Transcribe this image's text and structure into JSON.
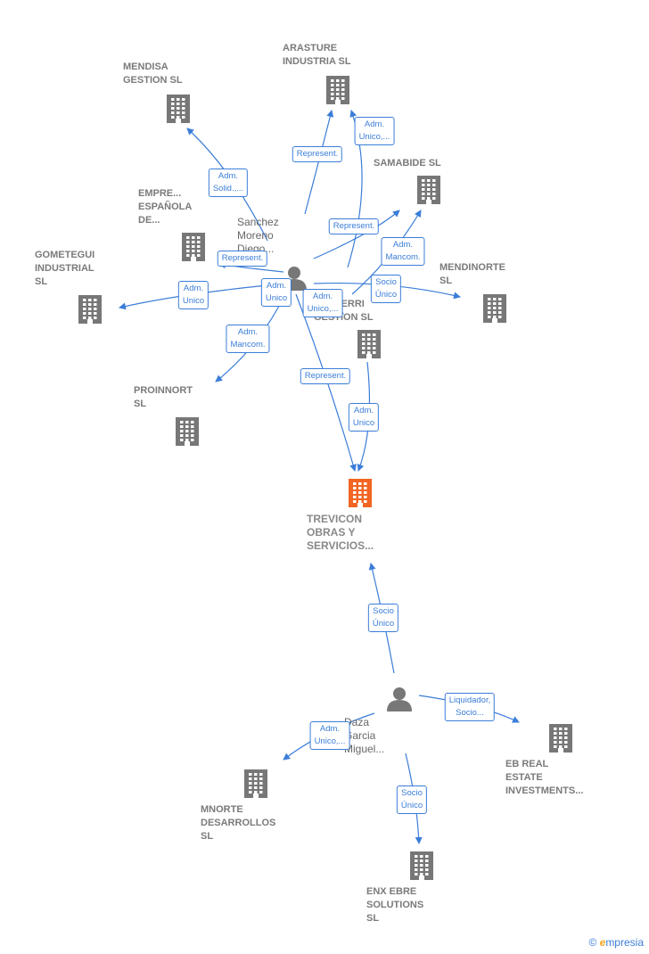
{
  "colors": {
    "edge": "#3b7dd8",
    "building": "#777777",
    "focus": "#f26522",
    "person": "#777777"
  },
  "nodes": [
    {
      "id": "arasture",
      "label": "ARASTURE\nINDUSTRIA  SL",
      "kind": "company"
    },
    {
      "id": "mendisa",
      "label": "MENDISA\nGESTION  SL",
      "kind": "company"
    },
    {
      "id": "samabide",
      "label": "SAMABIDE  SL",
      "kind": "company"
    },
    {
      "id": "empresa",
      "label": "EMPRE...\nESPAÑOLA\nDE...",
      "kind": "company"
    },
    {
      "id": "gometegui",
      "label": "GOMETEGUI\nINDUSTRIAL\nSL",
      "kind": "company"
    },
    {
      "id": "mendinorte",
      "label": "MENDINORTE\nSL",
      "kind": "company"
    },
    {
      "id": "alaberri",
      "label": "ALABERRI\nGESTION  SL",
      "kind": "company"
    },
    {
      "id": "proinnort",
      "label": "PROINNORT\nSL",
      "kind": "company"
    },
    {
      "id": "trevicon",
      "label": "TREVICON\nOBRAS Y\nSERVICIOS...",
      "kind": "focus"
    },
    {
      "id": "sanchez",
      "label": "Sanchez\nMoreno\nDiego...",
      "kind": "person"
    },
    {
      "id": "daza",
      "label": "Daza\nGarcia\nMiguel...",
      "kind": "person"
    },
    {
      "id": "ebreal",
      "label": "EB REAL\nESTATE\nINVESTMENTS...",
      "kind": "company"
    },
    {
      "id": "mnorte",
      "label": "MNORTE\nDESARROLLOS\nSL",
      "kind": "company"
    },
    {
      "id": "enxebre",
      "label": "ENX EBRE\nSOLUTIONS\nSL",
      "kind": "company"
    }
  ],
  "edges": [
    {
      "id": "e1",
      "label": "Represent."
    },
    {
      "id": "e2",
      "label": "Adm.\nUnico,..."
    },
    {
      "id": "e3",
      "label": "Adm.\nSolid.,..."
    },
    {
      "id": "e4",
      "label": "Represent."
    },
    {
      "id": "e5",
      "label": "Adm.\nMancom."
    },
    {
      "id": "e6",
      "label": "Represent."
    },
    {
      "id": "e7",
      "label": "Adm.\nUnico"
    },
    {
      "id": "e8",
      "label": "Adm.\nUnico"
    },
    {
      "id": "e9",
      "label": "Socio\nÚnico"
    },
    {
      "id": "e10",
      "label": "Adm.\nUnico,..."
    },
    {
      "id": "e11",
      "label": "Adm.\nMancom."
    },
    {
      "id": "e12",
      "label": "Represent."
    },
    {
      "id": "e13",
      "label": "Adm.\nUnico"
    },
    {
      "id": "e14",
      "label": "Socio\nÚnico"
    },
    {
      "id": "e15",
      "label": "Liquidador,\nSocio..."
    },
    {
      "id": "e16",
      "label": "Adm.\nUnico,..."
    },
    {
      "id": "e17",
      "label": "Socio\nÚnico"
    }
  ],
  "watermark": {
    "copyright": "©",
    "brand_initial": "e",
    "brand_rest": "mpresia"
  }
}
